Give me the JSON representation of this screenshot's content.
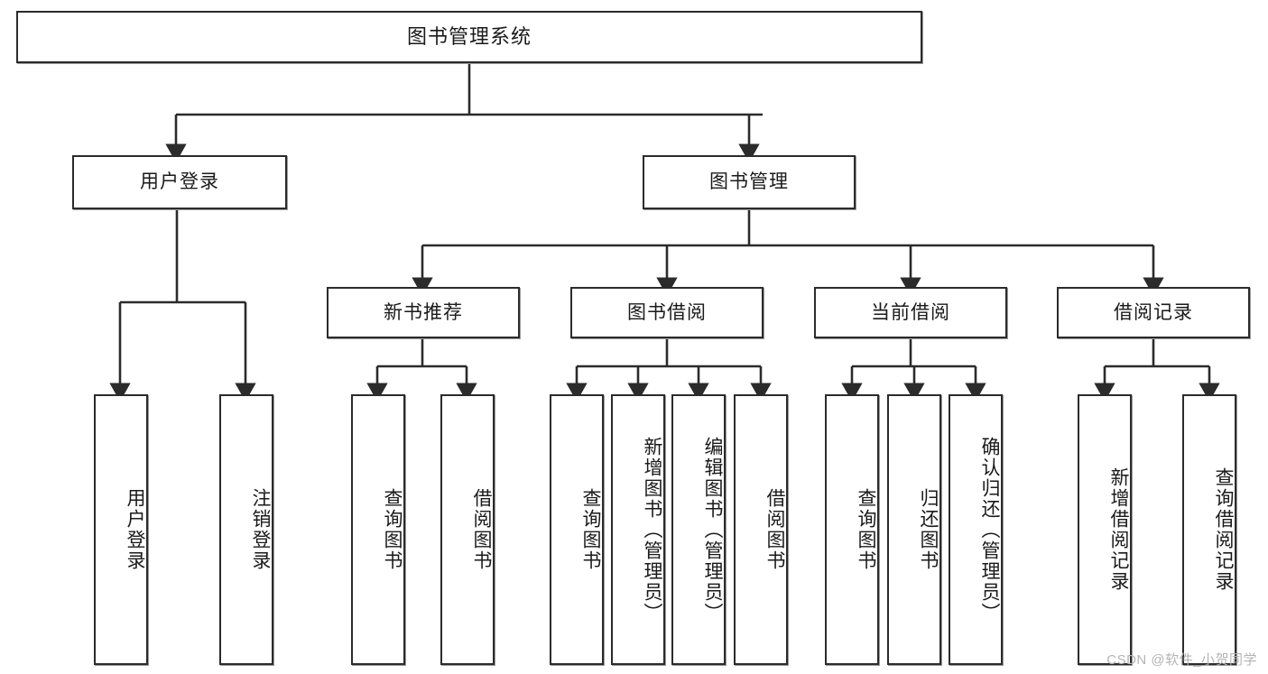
{
  "diagram": {
    "title": "图书管理系统",
    "type": "tree",
    "watermark": "CSDN @软件_小贺同学",
    "colors": {
      "box_border": "#2b2b2b",
      "box_fill": "#ffffff",
      "edge": "#2b2b2b",
      "text": "#1a1a1a",
      "watermark": "#b4b4b4",
      "background": "#ffffff"
    },
    "levels": [
      {
        "level": 0,
        "nodes": [
          {
            "id": "root",
            "label": "图书管理系统",
            "orientation": "horizontal"
          }
        ]
      },
      {
        "level": 1,
        "nodes": [
          {
            "id": "login",
            "label": "用户登录",
            "orientation": "horizontal",
            "parent": "root"
          },
          {
            "id": "bookmgr",
            "label": "图书管理",
            "orientation": "horizontal",
            "parent": "root"
          }
        ]
      },
      {
        "level": 2,
        "nodes": [
          {
            "id": "newbook",
            "label": "新书推荐",
            "orientation": "horizontal",
            "parent": "bookmgr"
          },
          {
            "id": "borrow",
            "label": "图书借阅",
            "orientation": "horizontal",
            "parent": "bookmgr"
          },
          {
            "id": "current",
            "label": "当前借阅",
            "orientation": "horizontal",
            "parent": "bookmgr"
          },
          {
            "id": "record",
            "label": "借阅记录",
            "orientation": "horizontal",
            "parent": "bookmgr"
          }
        ]
      },
      {
        "level": 3,
        "nodes": [
          {
            "id": "leaf1",
            "label": "用户登录",
            "orientation": "vertical",
            "parent": "login"
          },
          {
            "id": "leaf2",
            "label": "注销登录",
            "orientation": "vertical",
            "parent": "login"
          },
          {
            "id": "leaf3",
            "label": "查询图书",
            "orientation": "vertical",
            "parent": "newbook"
          },
          {
            "id": "leaf4",
            "label": "借阅图书",
            "orientation": "vertical",
            "parent": "newbook"
          },
          {
            "id": "leaf5",
            "label": "查询图书",
            "orientation": "vertical",
            "parent": "borrow"
          },
          {
            "id": "leaf6",
            "label": "新增图书（管理员）",
            "orientation": "vertical",
            "parent": "borrow"
          },
          {
            "id": "leaf7",
            "label": "编辑图书（管理员）",
            "orientation": "vertical",
            "parent": "borrow"
          },
          {
            "id": "leaf8",
            "label": "借阅图书",
            "orientation": "vertical",
            "parent": "borrow"
          },
          {
            "id": "leaf9",
            "label": "查询图书",
            "orientation": "vertical",
            "parent": "current"
          },
          {
            "id": "leaf10",
            "label": "归还图书",
            "orientation": "vertical",
            "parent": "current"
          },
          {
            "id": "leaf11",
            "label": "确认归还（管理员）",
            "orientation": "vertical",
            "parent": "current"
          },
          {
            "id": "leaf12",
            "label": "新增借阅记录",
            "orientation": "vertical",
            "parent": "record"
          },
          {
            "id": "leaf13",
            "label": "查询借阅记录",
            "orientation": "vertical",
            "parent": "record"
          }
        ]
      }
    ]
  }
}
